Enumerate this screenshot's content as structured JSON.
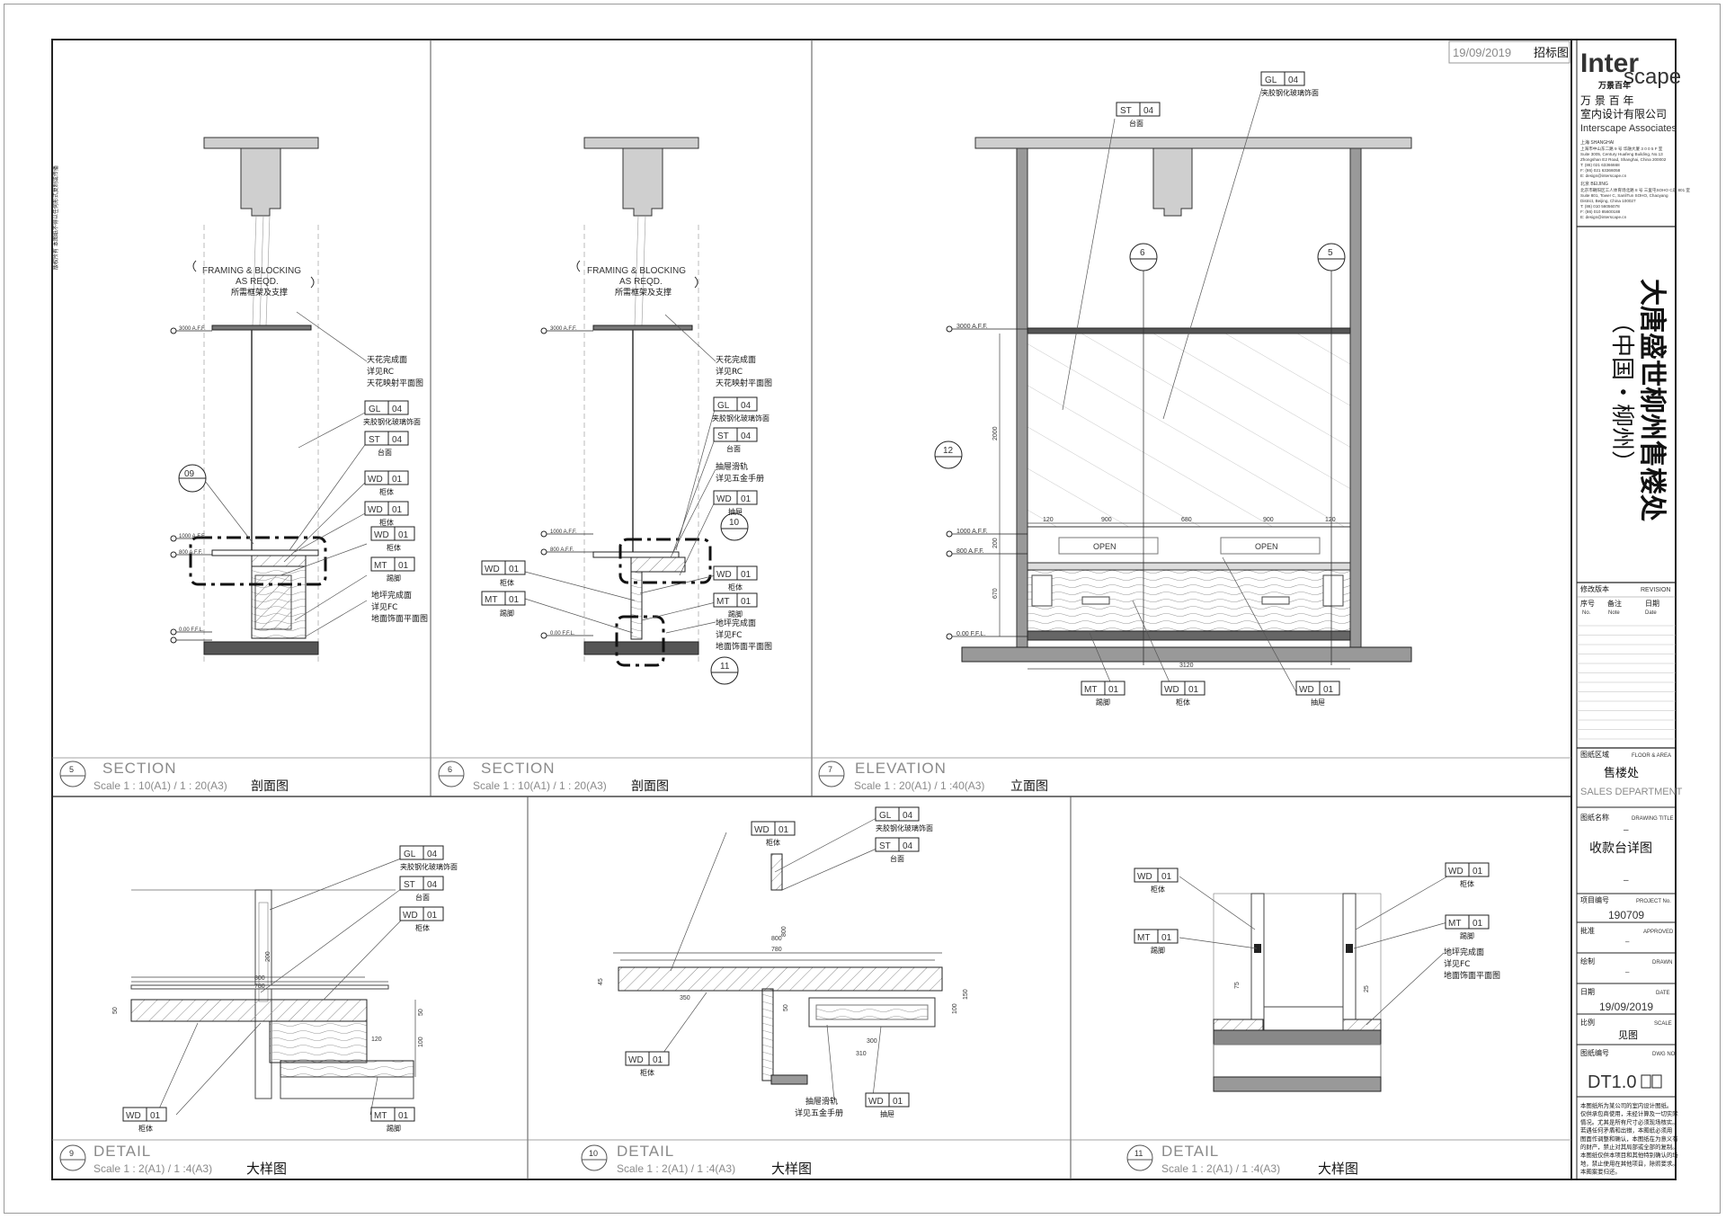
{
  "stamp": {
    "date": "19/09/2019",
    "label": "招标图"
  },
  "firm": {
    "logo_line1": "Inter",
    "logo_line2": "scape",
    "logo_cn": "万景百年",
    "name_cn_1": "万 景 百 年",
    "name_cn_2": "室内设计有限公司",
    "name_en": "Interscape Associates",
    "shanghai_head": "上海  SHANGHAI",
    "shanghai_lines": [
      "上海市中山东二路 9 号 华融大厦 3 0 0 5 F 室",
      "Suite 3005, Century Huafeng Building, No.13",
      "Zhongshan E2 Road, Shanghai, China 200002",
      "T: (86) 021 63366668",
      "F: (86) 021 63366058",
      "E: design@interscape.cn"
    ],
    "beijing_head": "北京  BEIJING",
    "beijing_lines": [
      "北京市朝阳区工人体育场北路 8 号 三里屯SOHO C座 801 室",
      "Suite 801, Tower C, SanliTun SOHO, Chaoyang",
      "District, Beijing, China 100027",
      "T: (86) 010 56056078",
      "F: (86) 010 85600188",
      "E: design@interscape.cn"
    ]
  },
  "project": {
    "title_line1": "大唐盛世柳州售楼处",
    "title_line2": "（中国・柳州）"
  },
  "titleblock": {
    "revision_cn": "修改版本",
    "revision_en": "REVISION",
    "col_no_cn": "序号",
    "col_no_en": "No.",
    "col_note_cn": "备注",
    "col_note_en": "Note",
    "col_date_cn": "日期",
    "col_date_en": "Date",
    "area_cn": "图纸区域",
    "area_en": "FLOOR & AREA",
    "area_value_cn": "售楼处",
    "area_value_en": "SALES DEPARTMENT",
    "dtitle_cn": "图纸名称",
    "dtitle_en": "DRAWING TITLE",
    "dtitle_dash": "–",
    "dtitle_value": "收款台详图",
    "dtitle_dash2": "–",
    "projno_cn": "项目编号",
    "projno_en": "PROJECT No.",
    "projno_value": "190709",
    "approved_cn": "批准",
    "approved_en": "APPROVED",
    "approved_value": "–",
    "drawn_cn": "绘制",
    "drawn_en": "DRAWN",
    "drawn_value": "–",
    "date_cn": "日期",
    "date_en": "DATE",
    "date_value": "19/09/2019",
    "scale_cn": "比例",
    "scale_en": "SCALE",
    "scale_value": "见图",
    "dwgno_cn": "图纸编号",
    "dwgno_en": "DWG NO.",
    "dwgno_value": "DT1.0",
    "notes": [
      "本图纸所为某公司的室内设计图纸。",
      "仅供承包商使用，未经计算及一切实际",
      "情况。尤其是所有尺寸必须现场核实。",
      "若遇任何矛盾和出错，本图纸必须用",
      "图面作调整和确认，本图纸在为意义有",
      "的财产，禁止对其局部或全部的复制。",
      "本图纸仅供本项目和其他特别确认的场",
      "地，禁止使用在其他项目，除照要求。",
      "本图案要归还。"
    ]
  },
  "views": [
    {
      "num": "5",
      "kind": "SECTION",
      "scale": "Scale  1 : 10(A1) / 1 : 20(A3)",
      "name_cn": "剖面图"
    },
    {
      "num": "6",
      "kind": "SECTION",
      "scale": "Scale  1 : 10(A1) / 1 : 20(A3)",
      "name_cn": "剖面图"
    },
    {
      "num": "7",
      "kind": "ELEVATION",
      "scale": "Scale  1 : 20(A1) / 1 :40(A3)",
      "name_cn": "立面图"
    },
    {
      "num": "9",
      "kind": "DETAIL",
      "scale": "Scale  1 : 2(A1) / 1 :4(A3)",
      "name_cn": "大样图"
    },
    {
      "num": "10",
      "kind": "DETAIL",
      "scale": "Scale  1 : 2(A1) / 1 :4(A3)",
      "name_cn": "大样图"
    },
    {
      "num": "11",
      "kind": "DETAIL",
      "scale": "Scale  1 : 2(A1) / 1 :4(A3)",
      "name_cn": "大样图"
    }
  ],
  "annotations": {
    "framing_1": "FRAMING & BLOCKING",
    "framing_2": "AS REQD.",
    "framing_cn": "所需框架及支撑",
    "ceiling_1": "天花完成面",
    "ceiling_2": "详见RC",
    "ceiling_3": "天花映射平面图",
    "glass": "夹胶钢化玻璃饰面",
    "counter": "台面",
    "cabinet": "柜体",
    "kick": "踢脚",
    "drawer": "抽屉",
    "rail_1": "抽屉滑轨",
    "rail_2": "详见五金手册",
    "floor_1": "地坪完成面",
    "floor_2": "详见FC",
    "floor_3": "地面饰面平面图",
    "open": "OPEN",
    "lvl_3000": "3000  A.F.F.",
    "lvl_1000": "1000  A.F.F.",
    "lvl_800": "800  A.F.F.",
    "lvl_000": "0.00  F.F.L.",
    "dim_3120": "3120",
    "dim_900": "900",
    "dim_680": "680",
    "dim_120": "120",
    "dim_2000": "2000",
    "dim_670": "670",
    "dim_200": "200",
    "dim_800": "800",
    "dim_780": "780",
    "dim_350": "350",
    "dim_300": "300",
    "dim_310": "310",
    "dim_50": "50",
    "dim_45": "45",
    "dim_100": "100",
    "dim_150": "150",
    "dim_75": "75",
    "dim_25": "25"
  },
  "tags": {
    "GL": "GL",
    "ST": "ST",
    "WD": "WD",
    "MT": "MT",
    "n01": "01",
    "n04": "04"
  },
  "callouts": {
    "c12": "12",
    "c10": "10",
    "c11": "11",
    "c09": "09",
    "c6": "6",
    "c5": "5"
  },
  "side_note": "版权所有 本图纸不得以任何形式复制或传播"
}
